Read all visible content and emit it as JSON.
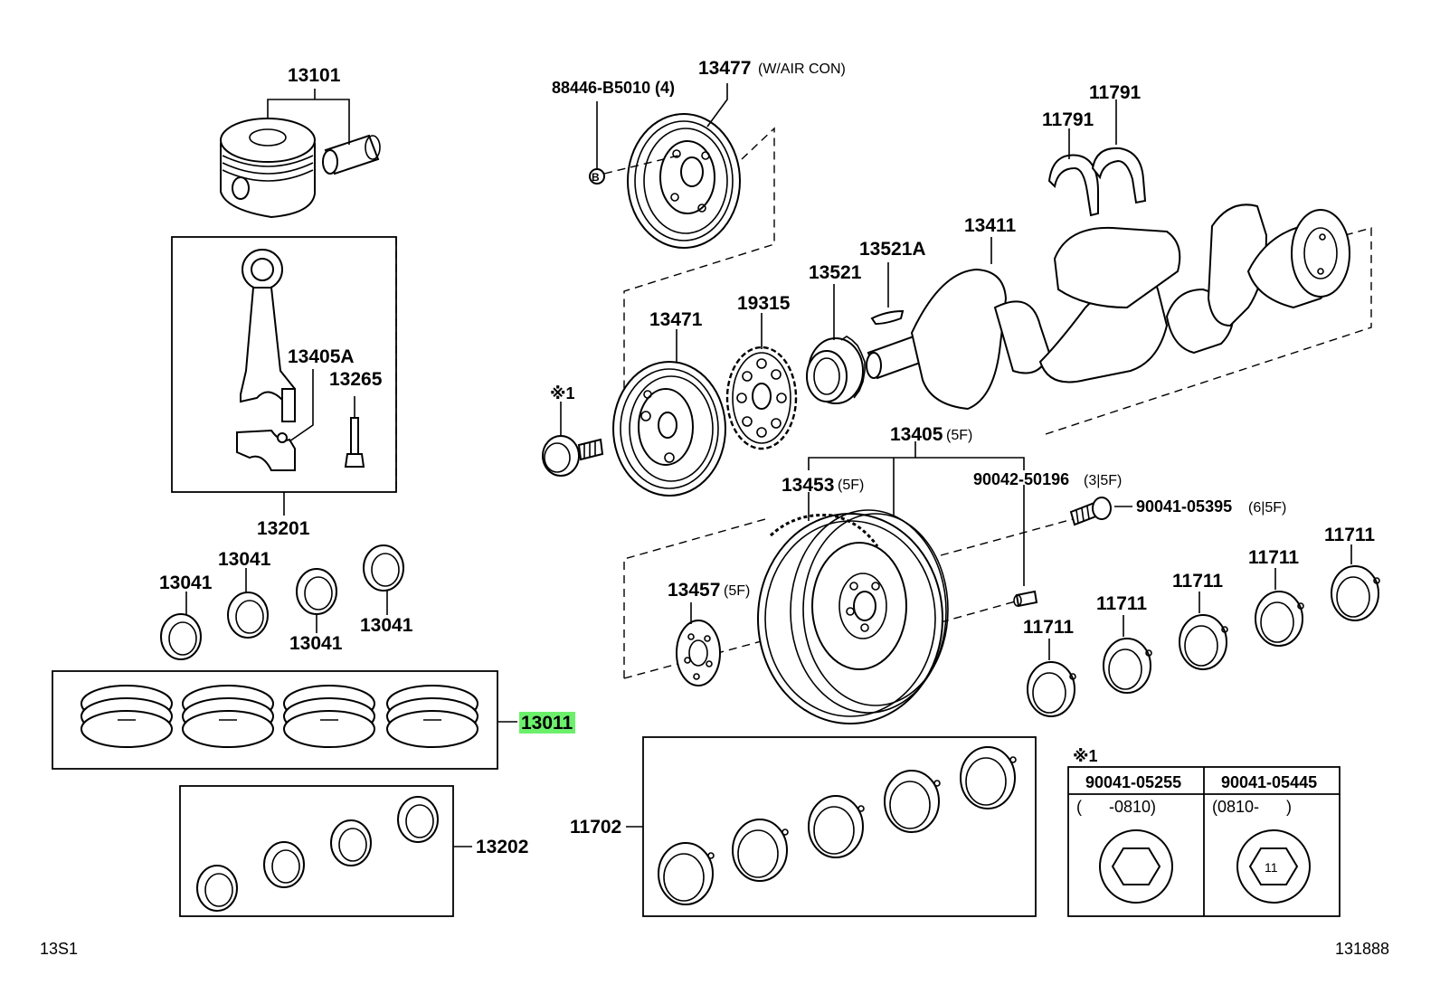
{
  "labels": {
    "p13101": "13101",
    "p13477": "13477",
    "p13477_note": "(W/AIR CON)",
    "p88446": "88446-B5010",
    "p88446_qty": "(4)",
    "p11791a": "11791",
    "p11791b": "11791",
    "p13405A": "13405A",
    "p13265": "13265",
    "p13201": "13201",
    "p13411": "13411",
    "p13521A": "13521A",
    "p13521": "13521",
    "p19315": "19315",
    "p13471": "13471",
    "mark1": "※1",
    "p13405": "13405",
    "p13405_note": "(5F)",
    "p90042": "90042-50196",
    "p90042_note": "(3|5F)",
    "p13453": "13453",
    "p13453_note": "(5F)",
    "p90041_05395": "90041-05395",
    "p90041_05395_note": "(6|5F)",
    "p13041a": "13041",
    "p13041b": "13041",
    "p13041c": "13041",
    "p13041d": "13041",
    "p13457": "13457",
    "p13457_note": "(5F)",
    "p11711a": "11711",
    "p11711b": "11711",
    "p11711c": "11711",
    "p11711d": "11711",
    "p11711e": "11711",
    "p13011": "13011",
    "p11702": "11702",
    "p13202": "13202",
    "mark1b": "※1",
    "tbl_head_left": "90041-05255",
    "tbl_head_right": "90041-05445",
    "tbl_range_left": "(      -0810)",
    "tbl_range_right": "(0810-      )",
    "bolt_mark": "11",
    "b_mark": "B",
    "footer_left": "13S1",
    "footer_right": "131888"
  },
  "colors": {
    "highlight": "#6cf06c",
    "ink": "#000000"
  }
}
